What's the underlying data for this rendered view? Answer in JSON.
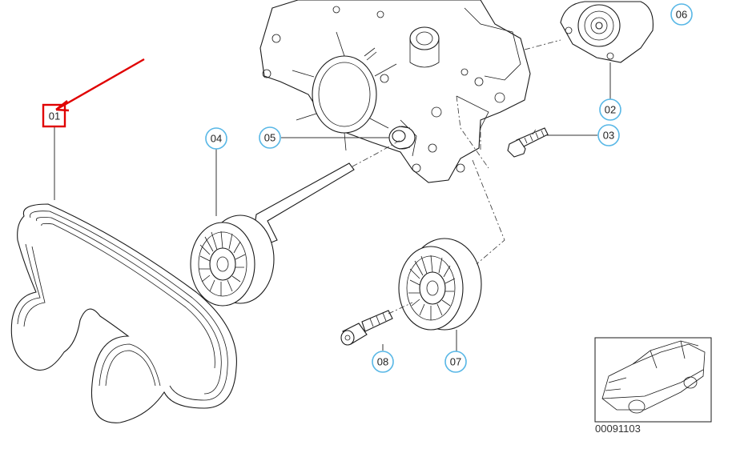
{
  "diagram": {
    "drawing_code": "00091103",
    "accent_color": "#58b7e6",
    "highlight_color": "#e00000",
    "callouts": [
      {
        "id": "01",
        "label": "01",
        "highlighted": true
      },
      {
        "id": "02",
        "label": "02"
      },
      {
        "id": "03",
        "label": "03"
      },
      {
        "id": "04",
        "label": "04"
      },
      {
        "id": "05",
        "label": "05"
      },
      {
        "id": "06",
        "label": "06"
      },
      {
        "id": "07",
        "label": "07"
      },
      {
        "id": "08",
        "label": "08"
      }
    ]
  }
}
